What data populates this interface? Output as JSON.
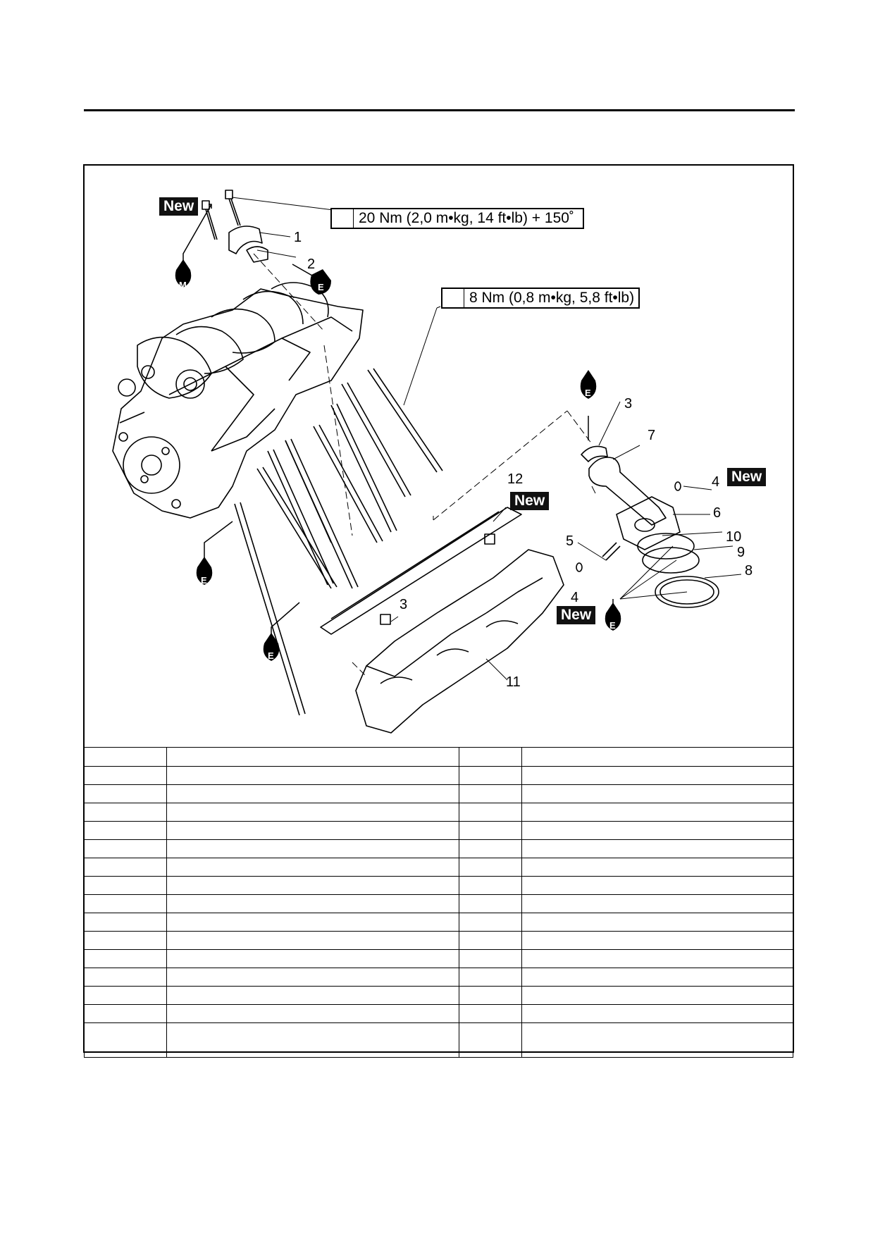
{
  "diagram": {
    "torque_specs": [
      "20 Nm (2,0 m•kg, 14 ft•lb) + 150˚",
      "8 Nm (0,8 m•kg, 5,8 ft•lb)"
    ],
    "new_label": "New",
    "lube_m": "M",
    "lube_e": "E",
    "callouts": {
      "c1": "1",
      "c2": "2",
      "c3a": "3",
      "c3b": "3",
      "c4a": "4",
      "c4b": "4",
      "c5": "5",
      "c6": "6",
      "c7": "7",
      "c8": "8",
      "c9": "9",
      "c10": "10",
      "c11": "11",
      "c12": "12"
    }
  },
  "parts_table": {
    "rows": 16,
    "columns": 4
  }
}
